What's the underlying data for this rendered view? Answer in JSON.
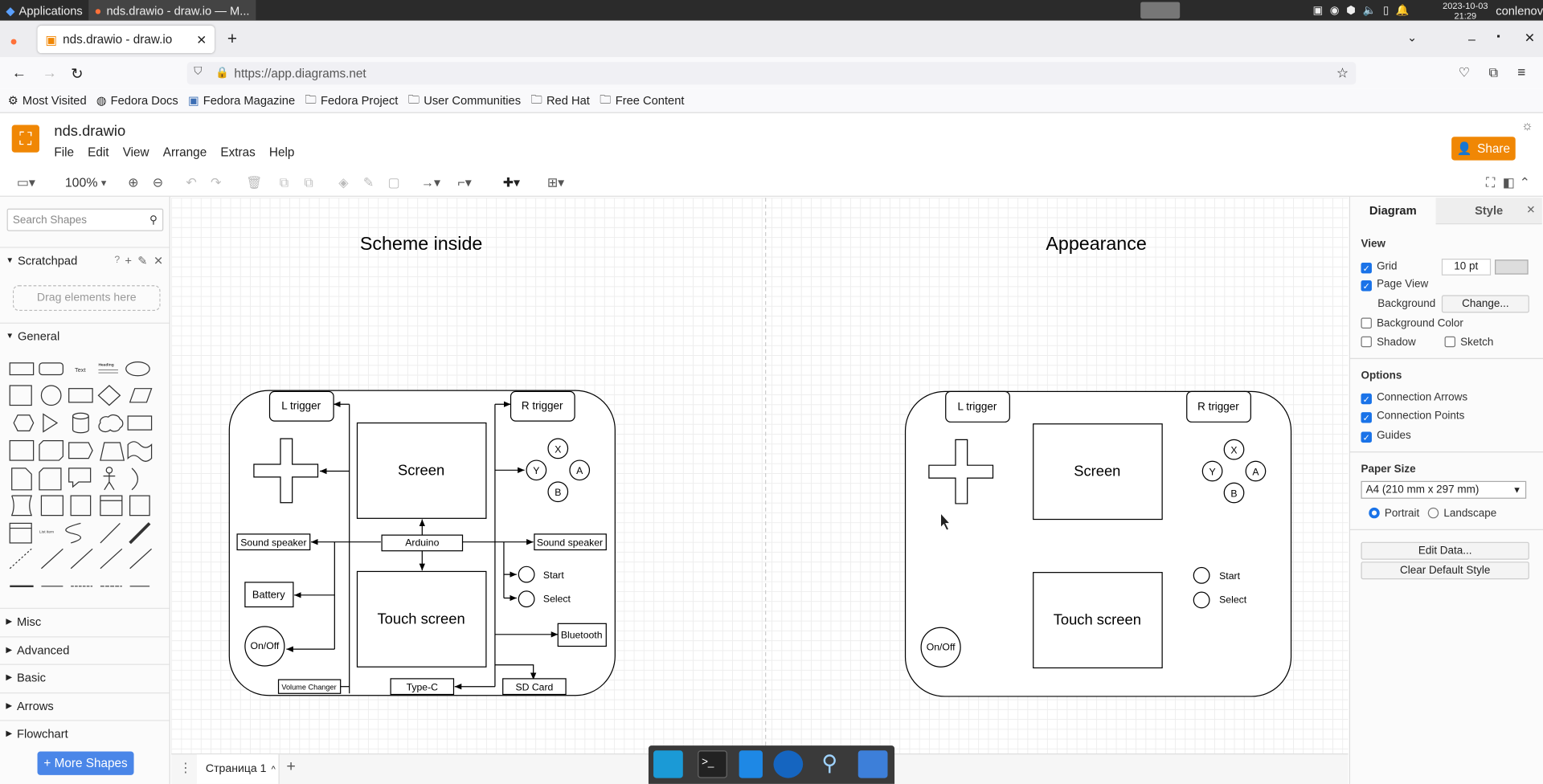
{
  "system": {
    "applications": "Applications",
    "task_title": "nds.drawio - draw.io — M...",
    "date": "2023-10-03",
    "time": "21:29",
    "user": "conlenov"
  },
  "browser": {
    "tab_title": "nds.drawio - draw.io",
    "url": "https://app.diagrams.net",
    "bookmarks": [
      "Most Visited",
      "Fedora Docs",
      "Fedora Magazine",
      "Fedora Project",
      "User Communities",
      "Red Hat",
      "Free Content"
    ]
  },
  "app": {
    "file_title": "nds.drawio",
    "menus": [
      "File",
      "Edit",
      "View",
      "Arrange",
      "Extras",
      "Help"
    ],
    "share": "Share",
    "zoom": "100%"
  },
  "sidebar": {
    "search_placeholder": "Search Shapes",
    "scratchpad": "Scratchpad",
    "drag_hint": "Drag elements here",
    "sections": [
      "General",
      "Misc",
      "Advanced",
      "Basic",
      "Arrows",
      "Flowchart"
    ],
    "more_shapes": "+ More Shapes",
    "shape_text": "Text",
    "shape_heading": "Heading"
  },
  "pages": {
    "current": "Страница 1"
  },
  "panel": {
    "tab_diagram": "Diagram",
    "tab_style": "Style",
    "view": "View",
    "grid": "Grid",
    "grid_size": "10 pt",
    "page_view": "Page View",
    "background": "Background",
    "change": "Change...",
    "background_color": "Background Color",
    "shadow": "Shadow",
    "sketch": "Sketch",
    "options": "Options",
    "connection_arrows": "Connection Arrows",
    "connection_points": "Connection Points",
    "guides": "Guides",
    "paper_size": "Paper Size",
    "paper_value": "A4 (210 mm x 297 mm)",
    "portrait": "Portrait",
    "landscape": "Landscape",
    "edit_data": "Edit Data...",
    "clear_style": "Clear Default Style"
  },
  "diagram": {
    "left": {
      "title": "Scheme inside",
      "l_trigger": "L trigger",
      "r_trigger": "R trigger",
      "screen": "Screen",
      "arduino": "Arduino",
      "touch": "Touch screen",
      "speaker": "Sound speaker",
      "battery": "Battery",
      "onoff": "On/Off",
      "volume": "Volume Changer",
      "typec": "Type-C",
      "sdcard": "SD Card",
      "bluetooth": "Bluetooth",
      "start": "Start",
      "select": "Select",
      "x": "X",
      "y": "Y",
      "a": "A",
      "b": "B"
    },
    "right": {
      "title": "Appearance",
      "l_trigger": "L trigger",
      "r_trigger": "R trigger",
      "screen": "Screen",
      "touch": "Touch screen",
      "onoff": "On/Off",
      "start": "Start",
      "select": "Select",
      "x": "X",
      "y": "Y",
      "a": "A",
      "b": "B"
    }
  }
}
